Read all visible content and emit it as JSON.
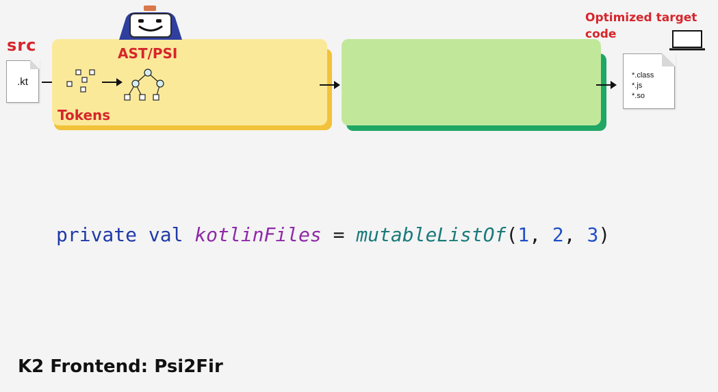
{
  "labels": {
    "src": "src",
    "src_file_ext": ".kt",
    "ast_psi": "AST/PSI",
    "tokens": "Tokens",
    "optimized_target": "Optimized target code"
  },
  "output_files": [
    "*.class",
    "*.js",
    "*.so"
  ],
  "code": {
    "keyword_private": "private",
    "keyword_val": "val",
    "property": "kotlinFiles",
    "equals": "=",
    "function": "mutableListOf",
    "open_paren": "(",
    "arg1": "1",
    "arg2": "2",
    "arg3": "3",
    "close_paren": ")",
    "comma": ","
  },
  "caption": "K2 Frontend: Psi2Fir",
  "colors": {
    "yellow_stage": "#fbe99a",
    "yellow_shadow": "#f2c23a",
    "green_stage": "#c1e89a",
    "green_shadow": "#1fa765",
    "label_red": "#d6262c",
    "keyword_blue": "#1f3aa8",
    "property_purple": "#8e2aa6",
    "function_teal": "#1b7a7a"
  },
  "icons": [
    "robot-mascot-icon",
    "laptop-icon",
    "token-squares-icon",
    "tree-icon",
    "arrow-right-icon"
  ]
}
